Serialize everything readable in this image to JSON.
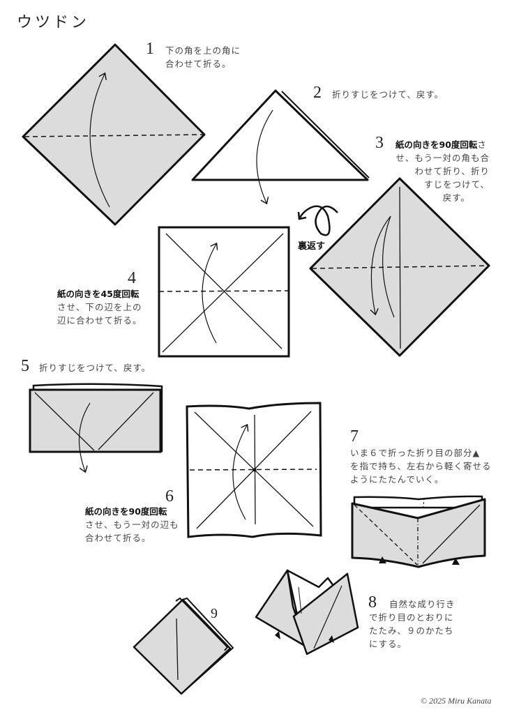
{
  "title": "ウツドン",
  "colors": {
    "paper_fill": "#dcdcdc",
    "stroke": "#111111",
    "text": "#444444"
  },
  "steps": [
    {
      "number": "1",
      "lines": [
        "下の角を上の角に",
        "合わせて折る。"
      ]
    },
    {
      "number": "2",
      "lines": [
        "折りすじをつけて、戻す。"
      ]
    },
    {
      "number": "3",
      "bold": "紙の向きを90度回転",
      "lines_first_suffix": "さ",
      "lines": [
        "せ、もう一対の角も合",
        "わせて折り、折り",
        "すじをつけて、",
        "戻す。"
      ]
    },
    {
      "number": "4",
      "bold": "紙の向きを45度回転",
      "lines": [
        "させ、下の辺を上の",
        "辺に合わせて折る。"
      ]
    },
    {
      "number": "5",
      "lines": [
        "折りすじをつけて、戻す。"
      ]
    },
    {
      "number": "6",
      "bold": "紙の向きを90度回転",
      "lines": [
        "させ、もう一対の辺も",
        "合わせて折る。"
      ]
    },
    {
      "number": "7",
      "lines": [
        "いま６で折った折り目の部分▲",
        "を指で持ち、左右から軽く寄せる",
        "ようにたたんでいく。"
      ]
    },
    {
      "number": "8",
      "lines": [
        "自然な成り行き",
        "で折り目のとおりに",
        "たたみ、９のかたち",
        "にする。"
      ]
    },
    {
      "number": "9",
      "lines": []
    }
  ],
  "flip_label": "裏返す",
  "copyright": "© 2025 Miru Kanata"
}
